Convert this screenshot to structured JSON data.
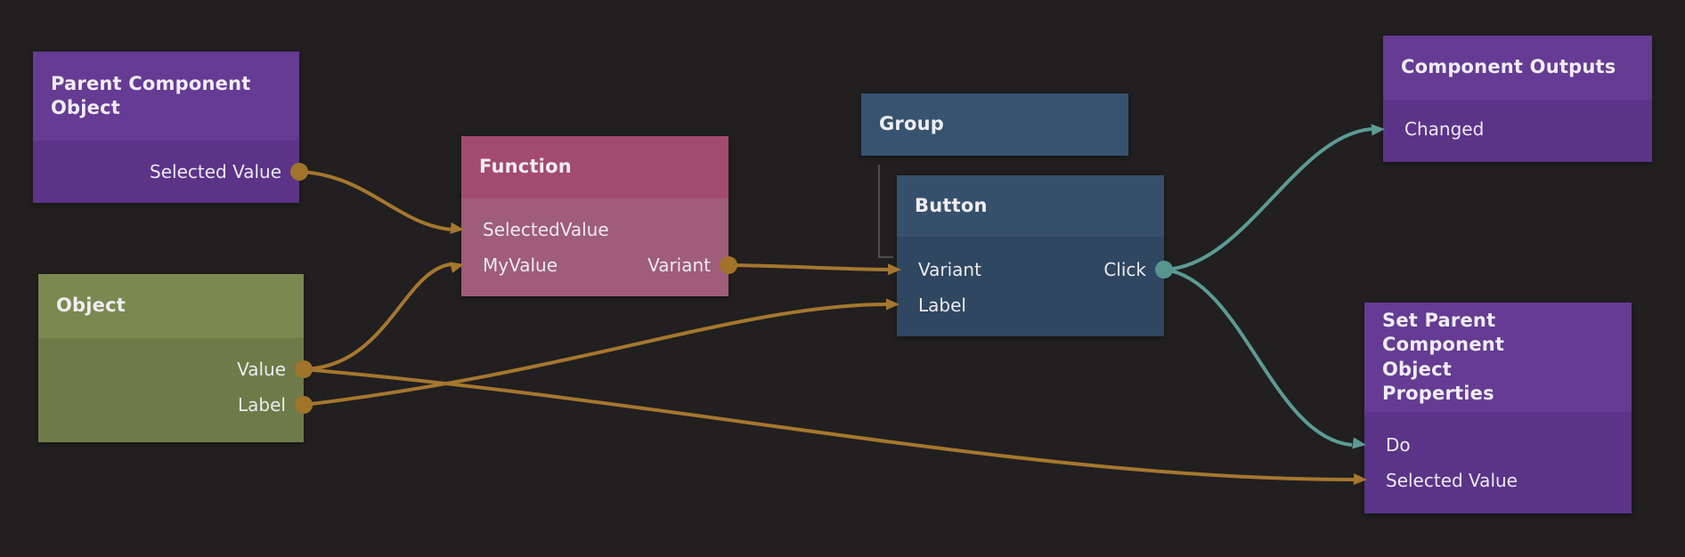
{
  "canvas": {
    "type": "node-graph-editor",
    "background_color": "#211f20"
  },
  "palette": {
    "purple_header": "#653b94",
    "purple_body": "#5b3488",
    "olive_header": "#7b8850",
    "olive_body": "#6e7b48",
    "pink_header": "#a34b6e",
    "pink_body": "#9f5c7b",
    "blue_header": "#36506c",
    "blue_body": "#2f4760",
    "group_header": "#37536f",
    "wire_orange": "#a6772e",
    "wire_teal": "#5d9b95",
    "hierarchy_line_gray": "#4f4f4f",
    "text": "#efedf3"
  },
  "nodes": [
    {
      "id": "parent-component-object",
      "title": "Parent Component Object",
      "color": "purple",
      "inputs": [],
      "outputs": [
        {
          "label": "Selected Value",
          "connector": "orange-dot"
        }
      ]
    },
    {
      "id": "object",
      "title": "Object",
      "color": "olive",
      "inputs": [],
      "outputs": [
        {
          "label": "Value",
          "connector": "orange-dot"
        },
        {
          "label": "Label",
          "connector": "orange-dot"
        }
      ]
    },
    {
      "id": "function",
      "title": "Function",
      "color": "pink",
      "inputs": [
        {
          "label": "SelectedValue",
          "connector": "orange-arrow"
        },
        {
          "label": "MyValue",
          "connector": "orange-arrow"
        }
      ],
      "outputs": [
        {
          "label": "Variant",
          "connector": "orange-dot"
        }
      ]
    },
    {
      "id": "group",
      "title": "Group",
      "color": "groupblue",
      "inputs": [],
      "outputs": []
    },
    {
      "id": "button",
      "title": "Button",
      "color": "blue",
      "inputs": [
        {
          "label": "Variant",
          "connector": "orange-arrow"
        },
        {
          "label": "Label",
          "connector": "orange-arrow"
        }
      ],
      "outputs": [
        {
          "label": "Click",
          "connector": "teal-dot"
        }
      ]
    },
    {
      "id": "component-outputs",
      "title": "Component Outputs",
      "color": "purple",
      "inputs": [
        {
          "label": "Changed",
          "connector": "teal-arrow"
        }
      ],
      "outputs": []
    },
    {
      "id": "set-parent-component-object-properties",
      "title": "Set Parent Component Object Properties",
      "color": "purple",
      "inputs": [
        {
          "label": "Do",
          "connector": "teal-arrow"
        },
        {
          "label": "Selected Value",
          "connector": "orange-arrow"
        }
      ],
      "outputs": []
    }
  ],
  "connections": [
    {
      "from": "Parent Component Object.Selected Value",
      "to": "Function.SelectedValue",
      "color": "#a6772e"
    },
    {
      "from": "Object.Value",
      "to": "Function.MyValue",
      "color": "#a6772e"
    },
    {
      "from": "Object.Value",
      "to": "Set Parent Component Object Properties.Selected Value",
      "color": "#a6772e"
    },
    {
      "from": "Object.Label",
      "to": "Button.Label",
      "color": "#a6772e"
    },
    {
      "from": "Function.Variant",
      "to": "Button.Variant",
      "color": "#a6772e"
    },
    {
      "from": "Button.Click",
      "to": "Component Outputs.Changed",
      "color": "#5d9b95"
    },
    {
      "from": "Button.Click",
      "to": "Set Parent Component Object Properties.Do",
      "color": "#5d9b95"
    },
    {
      "from": "Group",
      "to": "Button",
      "type": "visual-hierarchy",
      "color": "#4f4f4f"
    }
  ]
}
